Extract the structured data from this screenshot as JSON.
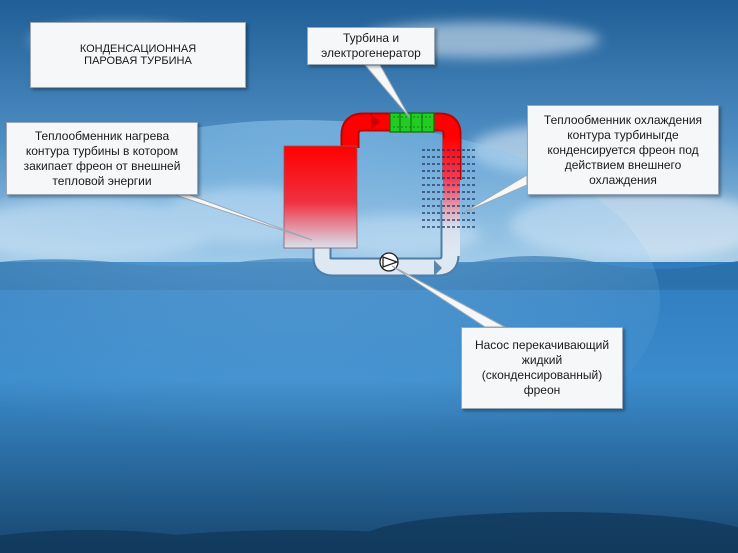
{
  "colors": {
    "sky_top": "#1f5e96",
    "sky_bottom": "#9fc7e3",
    "sea_top": "#3c86c4",
    "sea_bottom": "#1c4d7e",
    "hot": "#ff0000",
    "cold": "#dbe8f4",
    "turbine_green": "#22cc22"
  },
  "title": "КОНДЕНСАЦИОННАЯ\nПАРОВАЯ ТУРБИНА",
  "labels": {
    "turbine": "Турбина и\nэлектрогенератор",
    "heat_exchanger": "Теплообменник нагрева\nконтура турбины в котором\nзакипает фреон от внешней\nтепловой энергии",
    "cooling_exchanger": "Теплообменник охлаждения\nконтура турбиныгде\nконденсируется фреон под\nдействием внешнего\nохлаждения",
    "pump": "Насос перекачивающий\nжидкий\n(сконденсированный)\nфреон"
  }
}
